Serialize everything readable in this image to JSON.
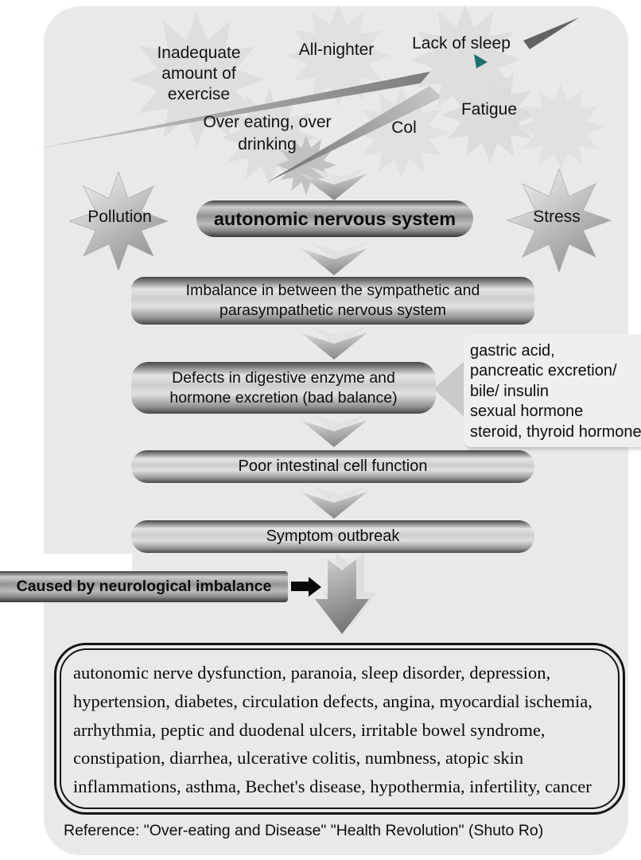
{
  "colors": {
    "page_bg": "#ffffff",
    "panel_bg": "#e9e9e9",
    "star_gray": "#dedede",
    "accent_teal": "#1f6f6f",
    "arrow_dark": "#111111"
  },
  "causes": {
    "inadequate_exercise": "Inadequate\namount of\nexercise",
    "all_nighter": "All-nighter",
    "lack_of_sleep": "Lack of sleep",
    "over_eating": "Over eating, over\ndrinking",
    "cold_label": "Col",
    "fatigue": "Fatigue",
    "pollution": "Pollution",
    "stress": "Stress"
  },
  "flow": {
    "title": "autonomic nervous system",
    "imbalance": "Imbalance in between the sympathetic and\nparasympathetic nervous system",
    "defects": "Defects in digestive enzyme and\nhormone excretion (bad balance)",
    "poor_function": "Poor intestinal cell function",
    "symptom": "Symptom outbreak",
    "caused_label": "Caused by neurological imbalance"
  },
  "callout": {
    "text": "gastric acid,\npancreatic excretion/\nbile/ insulin\nsexual hormone\nsteroid, thyroid hormone"
  },
  "diseases": {
    "lines": [
      "autonomic nerve dysfunction, paranoia, sleep disorder, depression,",
      "hypertension, diabetes, circulation defects, angina, myocardial ischemia,",
      "arrhythmia, peptic and duodenal ulcers, irritable bowel syndrome,",
      "constipation, diarrhea, ulcerative colitis, numbness, atopic skin",
      "inflammations, asthma, Bechet's disease, hypothermia, infertility, cancer"
    ]
  },
  "reference": {
    "text": "Reference: \"Over-eating and Disease\" \"Health Revolution\" (Shuto Ro)"
  }
}
